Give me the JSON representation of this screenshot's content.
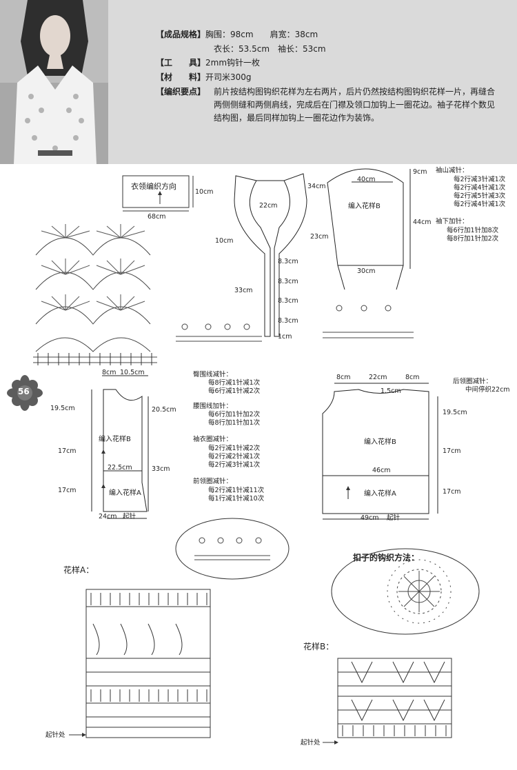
{
  "header": {
    "spec_label": "【成品规格】",
    "spec_line1": "胸围：98cm　　肩宽：38cm",
    "spec_line2": "衣长：53.5cm　袖长：53cm",
    "tool_label": "【工　　具】",
    "tool_value": "2mm钩针一枚",
    "material_label": "【材　　料】",
    "material_value": "开司米300g",
    "notes_label": "【编织要点】",
    "notes_value": "前片按结构图钩织花样为左右两片，后片仍然按结构图钩织花样一片，再缝合两侧侧缝和两侧肩线，完成后在门襟及领口加钩上一圈花边。袖子花样个数见结构图，最后同样加钩上一圈花边作为装饰。"
  },
  "collar_box": {
    "text": "衣领编织方向",
    "height": "10cm",
    "width": "68cm"
  },
  "collar": {
    "w34": "34cm",
    "w22": "22cm",
    "w23": "23cm",
    "w10": "10cm",
    "w33": "33cm",
    "s1": "8.3cm",
    "s2": "8.3cm",
    "s3": "8.3cm",
    "s4": "8.3cm",
    "w1": "1cm"
  },
  "sleeve": {
    "top_h": "9cm",
    "top_w": "40cm",
    "body_h": "44cm",
    "bottom_w": "30cm",
    "pattern": "编入花样B",
    "cap_title": "袖山减针：",
    "cap_lines": [
      "每2行减3针减1次",
      "每2行减4针减1次",
      "每2行减5针减3次",
      "每2行减4针减1次"
    ],
    "under_title": "袖下加针：",
    "under_lines": [
      "每6行加1针加8次",
      "每8行加1针加2次"
    ]
  },
  "badge": {
    "number": "56"
  },
  "front": {
    "top1": "8cm",
    "top2": "10.5cm",
    "left1": "19.5cm",
    "left2": "17cm",
    "left3": "17cm",
    "right1": "20.5cm",
    "right2": "33cm",
    "mid": "22.5cm",
    "bottom": "24cm",
    "start": "起针",
    "patB": "编入花样B",
    "patA": "编入花样A"
  },
  "shaping": {
    "g1_title": "臀围线减针：",
    "g1_lines": [
      "每8行减1针减1次",
      "每6行减1针减2次"
    ],
    "g2_title": "腰围线加针：",
    "g2_lines": [
      "每6行加1针加2次",
      "每8行加1针加1次"
    ],
    "g3_title": "袖衣圈减针：",
    "g3_lines": [
      "每2行减1针减2次",
      "每2行减2针减1次",
      "每2行减3针减1次"
    ],
    "g4_title": "前领圈减针：",
    "g4_lines": [
      "每2行减1针减11次",
      "每1行减1针减10次"
    ]
  },
  "back": {
    "top1": "8cm",
    "top2": "22cm",
    "top3": "8cm",
    "neck": "1.5cm",
    "right1": "19.5cm",
    "right2": "17cm",
    "right3": "17cm",
    "mid": "46cm",
    "bottom": "49cm",
    "start": "起针",
    "patB": "编入花样B",
    "patA": "编入花样A",
    "neck_title": "后领圈减针：",
    "neck_value": "中间停织22cm"
  },
  "patternA": {
    "title": "花样A：",
    "start": "起针处"
  },
  "patternB": {
    "title": "花样B：",
    "start": "起针处"
  },
  "button": {
    "title": "扣子的钩织方法："
  }
}
